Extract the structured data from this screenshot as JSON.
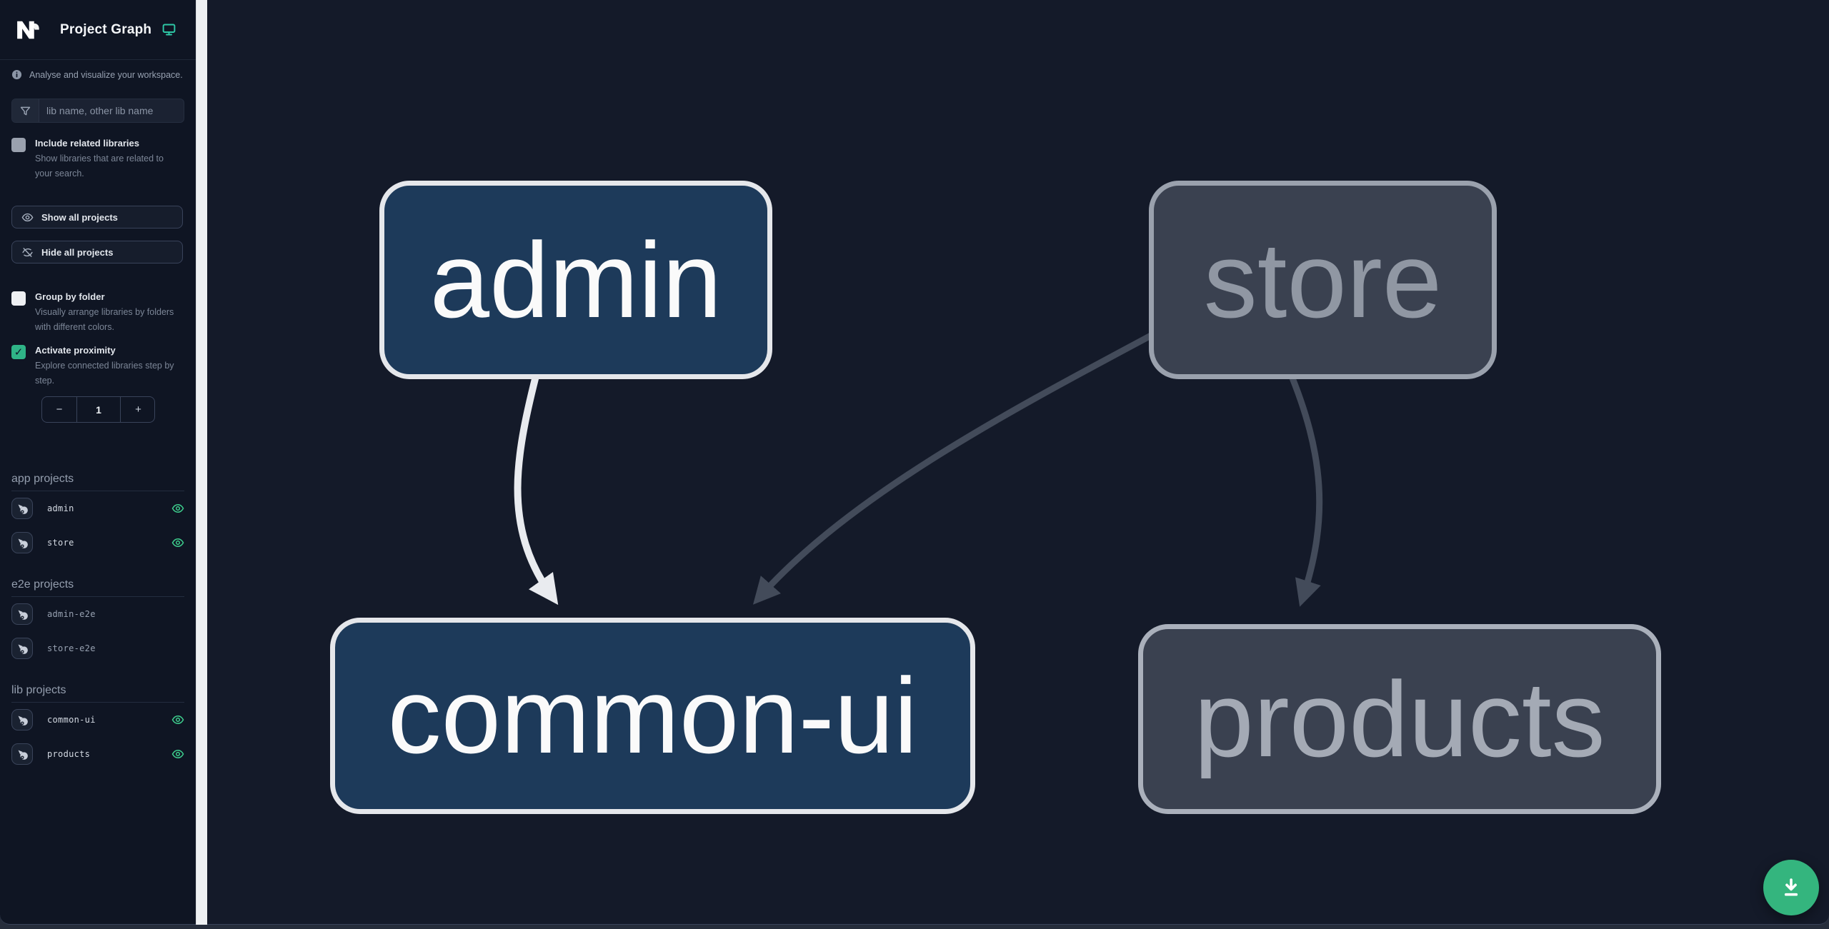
{
  "app": {
    "title": "Project Graph"
  },
  "sidebar": {
    "tagline": "Analyse and visualize your workspace.",
    "search": {
      "placeholder": "lib name, other lib name"
    },
    "include_related": {
      "label": "Include related libraries",
      "description": "Show libraries that are related to your search.",
      "checked": false
    },
    "show_all_label": "Show all projects",
    "hide_all_label": "Hide all projects",
    "group_by_folder": {
      "label": "Group by folder",
      "description": "Visually arrange libraries by folders with different colors.",
      "checked": false
    },
    "activate_proximity": {
      "label": "Activate proximity",
      "description": "Explore connected libraries step by step.",
      "checked": true
    },
    "proximity": {
      "decrement_label": "−",
      "value": "1",
      "increment_label": "+"
    },
    "sections": [
      {
        "title": "app projects",
        "items": [
          {
            "name": "admin",
            "visible": true
          },
          {
            "name": "store",
            "visible": true
          }
        ]
      },
      {
        "title": "e2e projects",
        "items": [
          {
            "name": "admin-e2e",
            "visible": false
          },
          {
            "name": "store-e2e",
            "visible": false
          }
        ]
      },
      {
        "title": "lib projects",
        "items": [
          {
            "name": "common-ui",
            "visible": true
          },
          {
            "name": "products",
            "visible": true
          }
        ]
      }
    ]
  },
  "graph": {
    "nodes": [
      {
        "id": "admin",
        "label": "admin",
        "state": "focused"
      },
      {
        "id": "store",
        "label": "store",
        "state": "dimmed"
      },
      {
        "id": "common-ui",
        "label": "common-ui",
        "state": "focused"
      },
      {
        "id": "products",
        "label": "products",
        "state": "dimmed"
      }
    ],
    "edges": [
      {
        "from": "admin",
        "to": "common-ui",
        "style": "highlight"
      },
      {
        "from": "store",
        "to": "common-ui",
        "style": "dim"
      },
      {
        "from": "store",
        "to": "products",
        "style": "dim"
      }
    ]
  },
  "fab": {
    "icon": "download-icon"
  },
  "colors": {
    "sidebar_bg": "#0f1523",
    "canvas_bg": "#141a29",
    "accent_teal": "#2ec8a6",
    "eye_green": "#3ecf8e",
    "fab_green": "#34b57e",
    "checkbox_checked": "#2fb487",
    "edge_highlight": "#e9ebef",
    "edge_dim": "#434b5a",
    "node_focus_fill": "#1d3a5a",
    "node_focus_border": "#e5e7eb",
    "node_focus_text": "#fafafa",
    "node_dim_fill": "#3a4150",
    "node_dim_border": "#9aa1ad",
    "node_dim_text": "#9097a3",
    "node_dim_border_soft": "#aab0bb",
    "node_dim_text_soft": "#a4aab5"
  }
}
